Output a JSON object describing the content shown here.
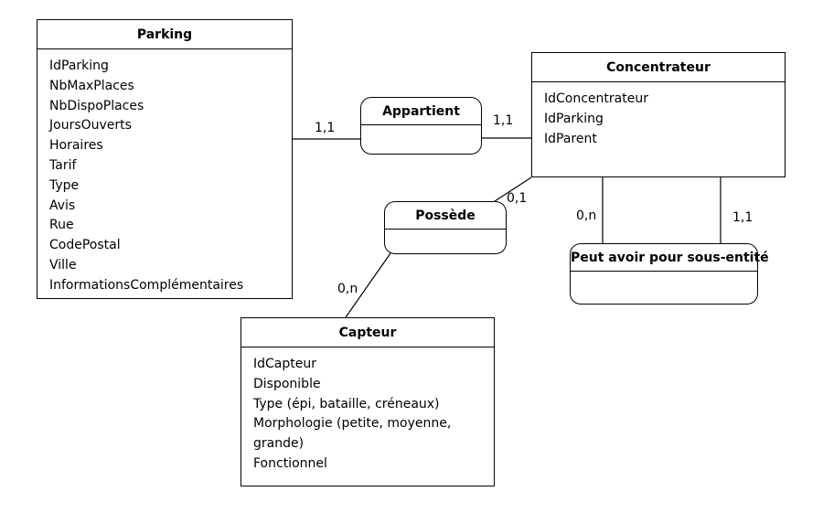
{
  "entities": {
    "parking": {
      "title": "Parking",
      "attributes": [
        "IdParking",
        "NbMaxPlaces",
        "NbDispoPlaces",
        "JoursOuverts",
        "Horaires",
        "Tarif",
        "Type",
        "Avis",
        "Rue",
        "CodePostal",
        "Ville",
        "InformationsComplémentaires"
      ]
    },
    "concentrateur": {
      "title": "Concentrateur",
      "attributes": [
        "IdConcentrateur",
        "IdParking",
        "IdParent"
      ]
    },
    "capteur": {
      "title": "Capteur",
      "attributes": [
        "IdCapteur",
        "Disponible",
        "Type (épi, bataille, créneaux)",
        "Morphologie (petite, moyenne, grande)",
        "Fonctionnel"
      ]
    }
  },
  "associations": {
    "appartient": {
      "title": "Appartient"
    },
    "possede": {
      "title": "Possède"
    },
    "sous_entite": {
      "title": "Peut avoir pour sous-entité"
    }
  },
  "cardinalities": {
    "parking_appartient": "1,1",
    "concentrateur_appartient": "1,1",
    "concentrateur_possede": "0,1",
    "capteur_possede": "0,n",
    "concentrateur_sous_entite_left": "0,n",
    "concentrateur_sous_entite_right": "1,1"
  }
}
